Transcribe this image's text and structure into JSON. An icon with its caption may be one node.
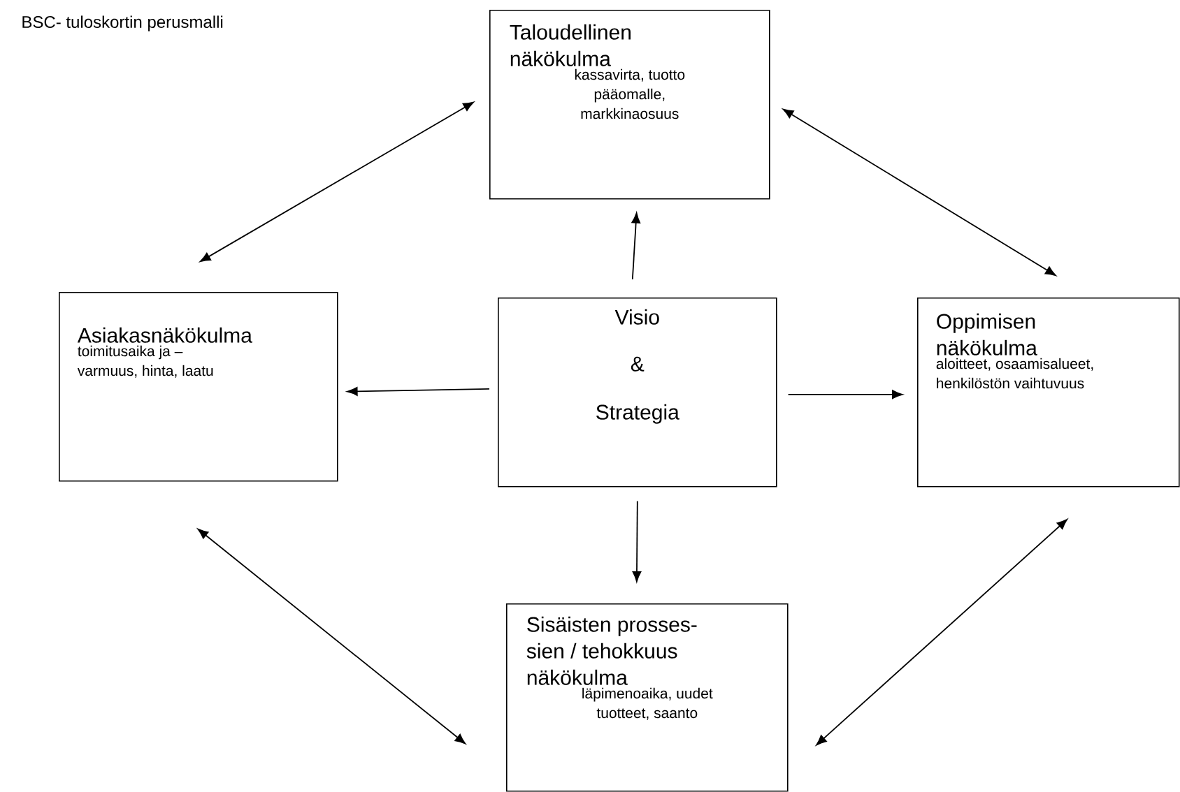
{
  "diagram": {
    "title": "BSC- tuloskortin perusmalli",
    "nodes": [
      {
        "text": [
          "Taloudellinen näkökulma",
          "kassavirta, tuotto pääomalle, markkinaosuus"
        ]
      },
      {
        "text": [
          "Asiakasnäkökulma",
          "toimitusaika ja – varmuus, hinta, laatu"
        ]
      },
      {
        "text": [
          "Visio",
          "&",
          "Strategia"
        ]
      },
      {
        "text": [
          "Oppimisen näkökulma",
          "aloitteet, osaamisalueet, henkilöstön vaihtuvuus"
        ]
      },
      {
        "text": [
          "Sisäisten prosses- sien / tehokkuus näkökulma",
          "läpimenoaika, uudet tuotteet, saanto"
        ]
      }
    ],
    "edges": [
      {
        "from": 2,
        "to": 0,
        "arrow": "to"
      },
      {
        "from": 2,
        "to": 1,
        "arrow": "to"
      },
      {
        "from": 2,
        "to": 3,
        "arrow": "to"
      },
      {
        "from": 2,
        "to": 4,
        "arrow": "to"
      },
      {
        "from": 0,
        "to": 1,
        "arrow": "both"
      },
      {
        "from": 0,
        "to": 3,
        "arrow": "both"
      },
      {
        "from": 1,
        "to": 4,
        "arrow": "both"
      },
      {
        "from": 3,
        "to": 4,
        "arrow": "both"
      }
    ]
  }
}
